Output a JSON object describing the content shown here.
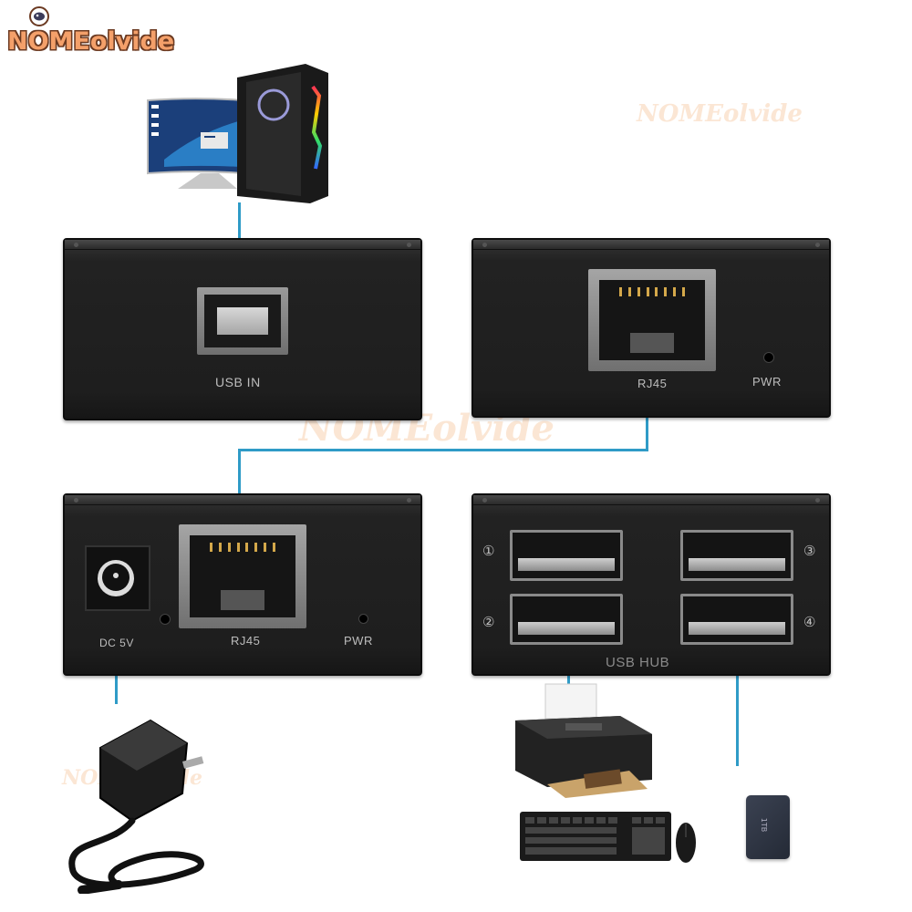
{
  "logo": {
    "text": "NOMEolvide"
  },
  "watermarks": [
    "NOMEolvide",
    "NOMEolvide",
    "NOMEolvide"
  ],
  "sender_usb": {
    "label": "USB IN"
  },
  "sender_rj45": {
    "port_label": "RJ45",
    "pwr_label": "PWR"
  },
  "receiver_front": {
    "dc_label": "DC 5V",
    "port_label": "RJ45",
    "pwr_label": "PWR"
  },
  "receiver_hub": {
    "label": "USB HUB",
    "port_numbers": [
      "①",
      "②",
      "③",
      "④"
    ]
  },
  "devices": {
    "computer": "computer-with-monitor",
    "power_adapter": "power-adapter",
    "printer": "printer",
    "keyboard": "keyboard",
    "mouse": "mouse",
    "drive": {
      "label": "1TB"
    }
  },
  "colors": {
    "cable": "#2f9bc7",
    "device_body": "#1e1e1e",
    "logo": "#f4a06a"
  }
}
